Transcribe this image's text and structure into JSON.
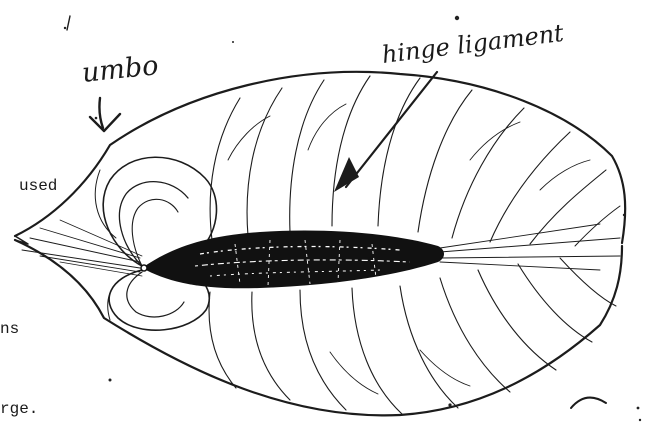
{
  "labels": {
    "umbo": "umbo",
    "hinge_ligament": "hinge ligament"
  },
  "text_fragments": {
    "used": "used",
    "ns": "ns",
    "rge": "rge."
  },
  "colors": {
    "ink": "#1c1c1c",
    "paper": "#ffffff",
    "ligament": "#111111"
  }
}
